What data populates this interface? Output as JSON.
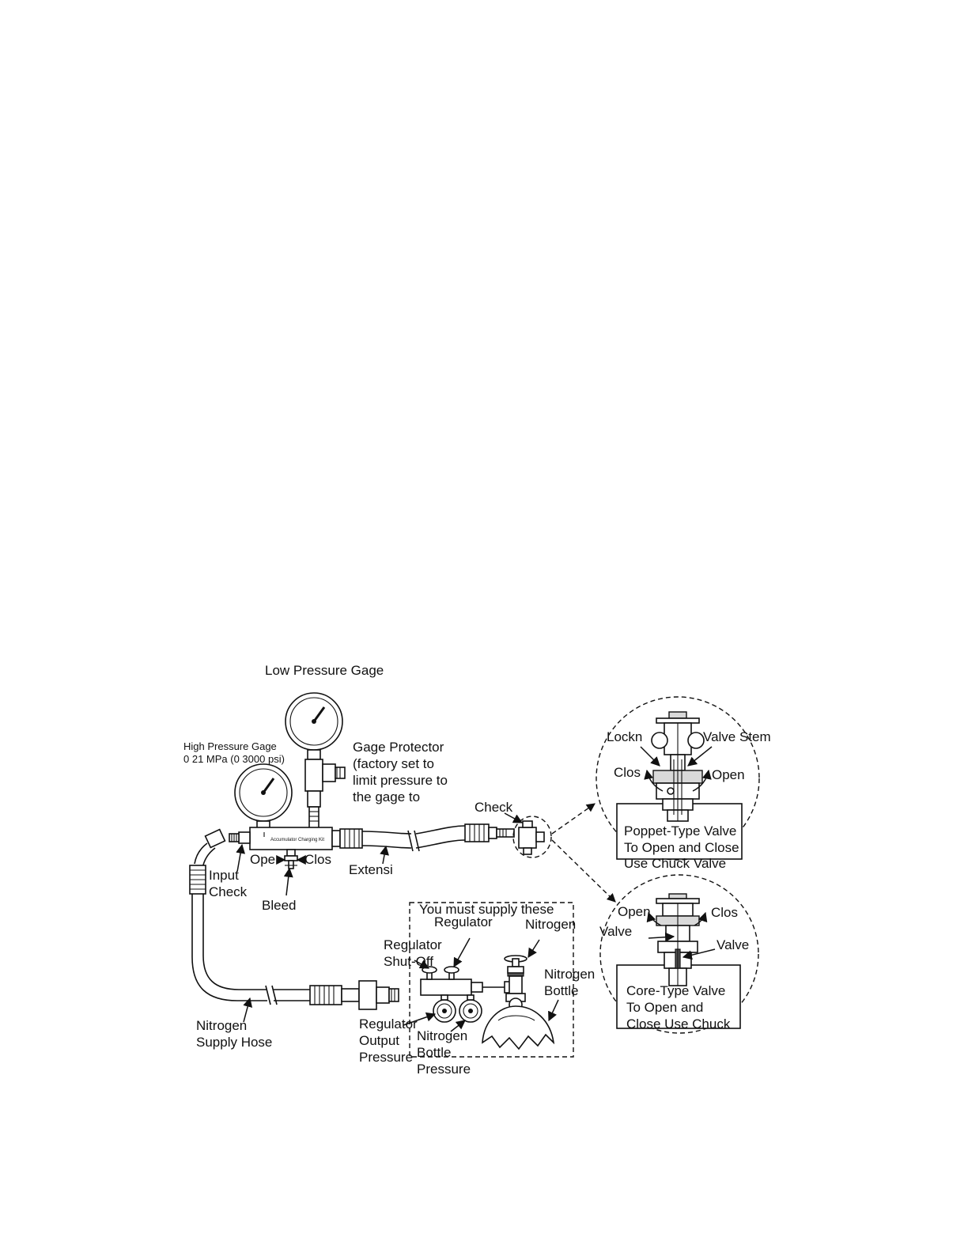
{
  "labels": {
    "low_pressure_gage": "Low Pressure Gage",
    "high_pressure_gage_title": "High Pressure Gage",
    "high_pressure_gage_range": "0  21 MPa (0  3000 psi)",
    "gage_protector": [
      "Gage Protector",
      "(factory set to",
      "limit pressure to",
      "the gage to"
    ],
    "check": "Check",
    "open_small": "Ope",
    "close_small": "Clos",
    "input_check": [
      "Input",
      "Check"
    ],
    "bleed": "Bleed",
    "extension": "Extensi",
    "nitrogen_supply_hose": [
      "Nitrogen",
      "Supply Hose"
    ],
    "supply_box_title": "You must supply these",
    "regulator": "Regulator",
    "nitrogen_top": "Nitrogen",
    "regulator_shutoff": [
      "Regulator",
      "Shut-Off"
    ],
    "nitrogen_bottle": [
      "Nitrogen",
      "Bottle"
    ],
    "regulator_output_pressure": [
      "Regulator",
      "Output",
      "Pressure"
    ],
    "nitrogen_bottle_pressure": [
      "Nitrogen",
      "Bottle",
      "Pressure"
    ],
    "poppet": {
      "locknut": "Lockn",
      "valve_stem": "Valve Stem",
      "close": "Clos",
      "open": "Open",
      "caption": [
        "Poppet-Type Valve",
        "To Open and Close",
        "Use Chuck Valve"
      ]
    },
    "core": {
      "open": "Open",
      "close": "Clos",
      "valve_left": "Valve",
      "valve_right": "Valve",
      "caption": [
        "Core-Type Valve",
        "To Open and",
        "Close Use Chuck"
      ]
    },
    "manifold_plate": "Accumulator Charging Kit"
  }
}
